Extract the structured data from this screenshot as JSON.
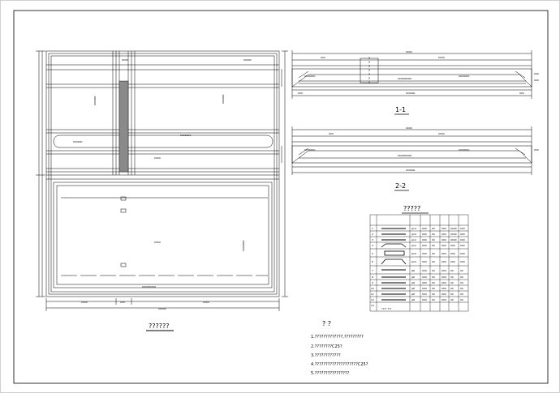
{
  "titles": {
    "plan": "??????",
    "section1": "1-1",
    "section2": "2-2",
    "table": "?????"
  },
  "notes": {
    "header": "? ?",
    "items": [
      "1.?????????????,?????????",
      "2.????????C25?",
      "3.????????????",
      "4.????????????????????C25?",
      "5.????????????????"
    ]
  },
  "table": {
    "row_numbers": [
      "1",
      "2",
      "3",
      "4",
      "5",
      "6",
      "7",
      "8",
      "9",
      "10",
      "11",
      "12",
      "13"
    ],
    "last_row": "???",
    "total_label": "???? ???"
  }
}
